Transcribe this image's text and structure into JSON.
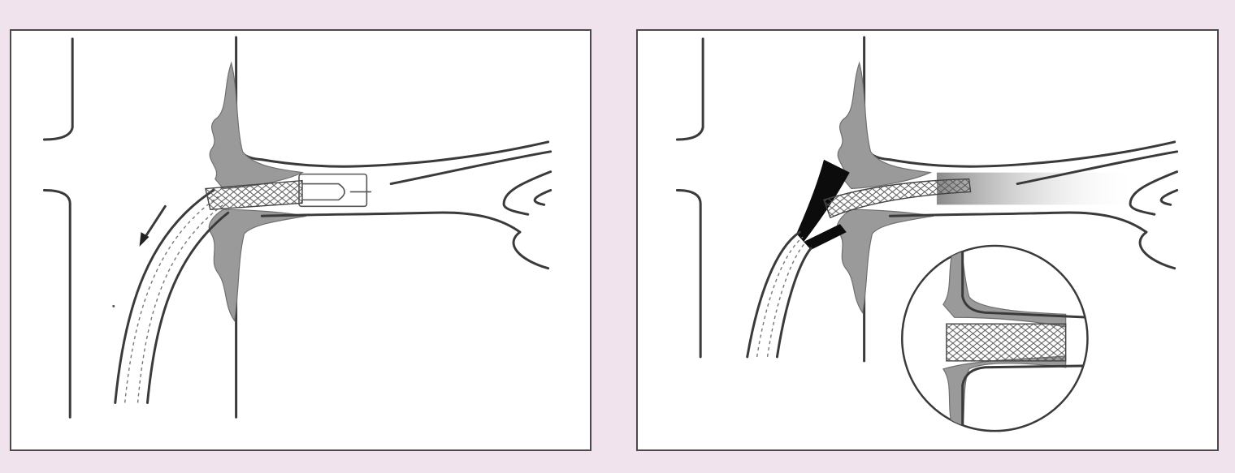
{
  "figure": {
    "background_color": "#f1e3ee",
    "panels": [
      {
        "id": "left",
        "depiction": "catheter-with-stent-entering-vessel-ostium"
      },
      {
        "id": "right",
        "depiction": "deployed-stent-with-magnified-inset"
      }
    ],
    "colors": {
      "plaque": "#9a9a9a",
      "vessel_wall": "#3a3a3a",
      "contrast": "#0c0c0c",
      "panel_background": "#ffffff"
    }
  }
}
